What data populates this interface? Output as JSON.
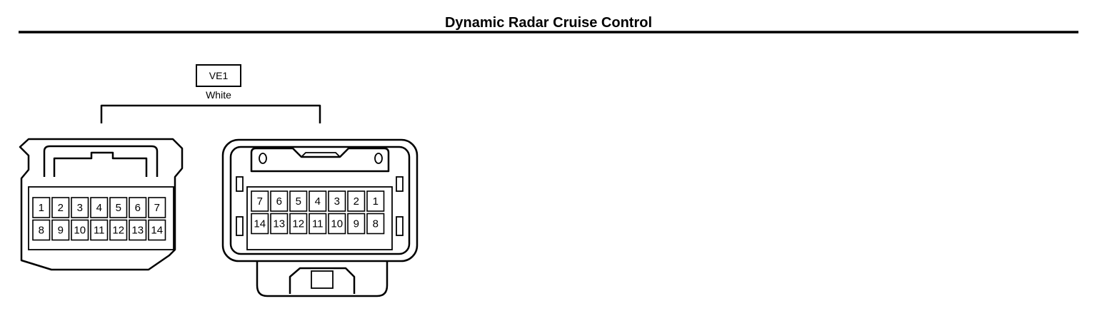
{
  "header": {
    "title": "Dynamic Radar Cruise Control"
  },
  "connector": {
    "code": "VE1",
    "color_label": "White"
  },
  "left_view": {
    "rows": [
      [
        "1",
        "2",
        "3",
        "4",
        "5",
        "6",
        "7"
      ],
      [
        "8",
        "9",
        "10",
        "11",
        "12",
        "13",
        "14"
      ]
    ]
  },
  "right_view": {
    "rows": [
      [
        "7",
        "6",
        "5",
        "4",
        "3",
        "2",
        "1"
      ],
      [
        "14",
        "13",
        "12",
        "11",
        "10",
        "9",
        "8"
      ]
    ]
  }
}
